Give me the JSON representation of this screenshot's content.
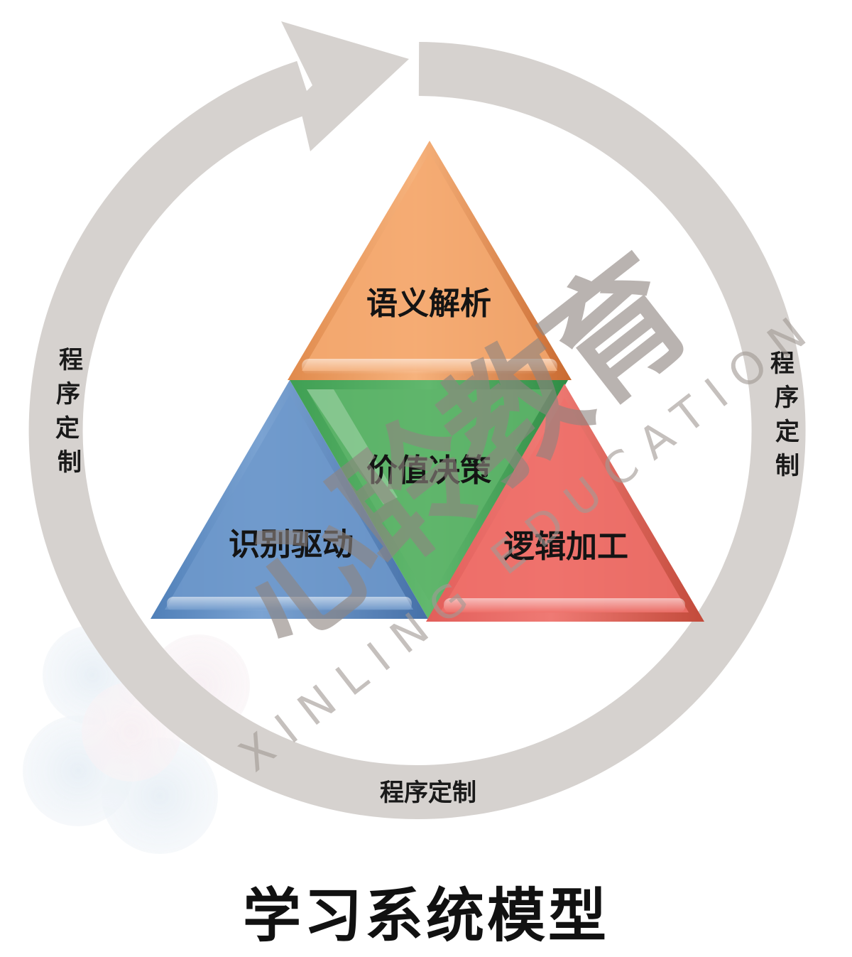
{
  "diagram": {
    "title": "学习系统模型",
    "cycle": {
      "label_left": [
        "程",
        "序",
        "定",
        "制"
      ],
      "label_right": [
        "程",
        "序",
        "定",
        "制"
      ],
      "label_bottom": "程序定制",
      "color": "#d6d2cf"
    },
    "triangles": {
      "top": {
        "label": "语义解析",
        "color": "#f2a66c"
      },
      "center": {
        "label": "价值决策",
        "color": "#5db46a"
      },
      "left": {
        "label": "识别驱动",
        "color": "#6b96c8"
      },
      "right": {
        "label": "逻辑加工",
        "color": "#ea6f6a"
      }
    },
    "watermark": {
      "brand_cn": "心聆教育",
      "brand_en": "XINLING EDUCATION"
    }
  }
}
